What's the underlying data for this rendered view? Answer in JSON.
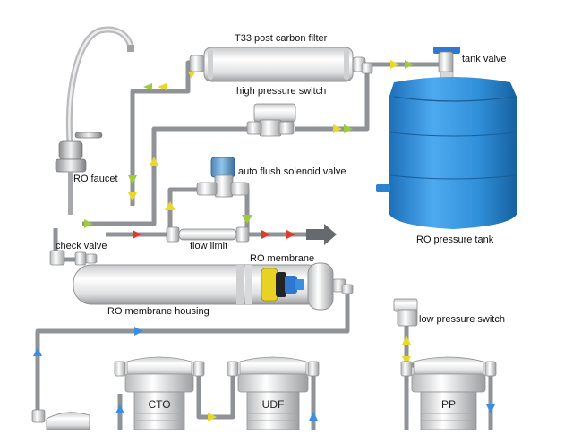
{
  "labels": {
    "post_carbon_filter": "T33 post carbon filter",
    "tank_valve": "tank valve",
    "high_pressure_switch": "high pressure switch",
    "ro_faucet": "RO faucet",
    "auto_flush_valve": "auto flush solenoid valve",
    "ro_pressure_tank": "RO pressure tank",
    "check_valve": "check valve",
    "flow_limit": "flow limit",
    "ro_membrane": "RO membrane",
    "ro_membrane_housing": "RO membrane housing",
    "low_pressure_switch": "low pressure switch",
    "cartridge_cto": "CTO",
    "cartridge_udf": "UDF",
    "cartridge_pp": "PP"
  },
  "colors": {
    "tube": "#8f9296",
    "tank": "#2f8fd8",
    "arrow_yellow": "#e8d82a",
    "arrow_green": "#9ccc3a",
    "arrow_red": "#e03a2a",
    "arrow_blue": "#3a8fe0",
    "drain_arrow": "#666a6e"
  }
}
